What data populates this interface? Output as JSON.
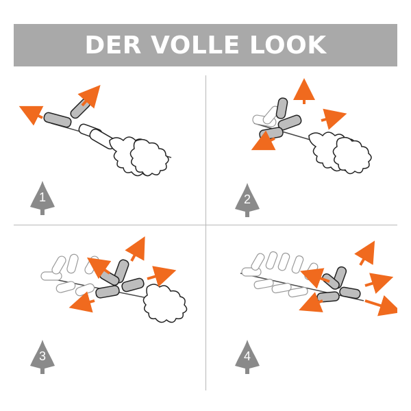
{
  "banner": {
    "title": "DER VOLLE LOOK"
  },
  "colors": {
    "banner": "#a9a9a9",
    "arrow": "#f06a1e",
    "segment_active": "#bdbdbd",
    "badge": "#8a8a8a",
    "divider": "#b8b8b8"
  },
  "steps": [
    {
      "number": "1"
    },
    {
      "number": "2"
    },
    {
      "number": "3"
    },
    {
      "number": "4"
    }
  ],
  "icons": {
    "badge": "tree-badge-icon",
    "arrow": "orange-arrow-icon",
    "branch": "fir-branch-illustration"
  }
}
